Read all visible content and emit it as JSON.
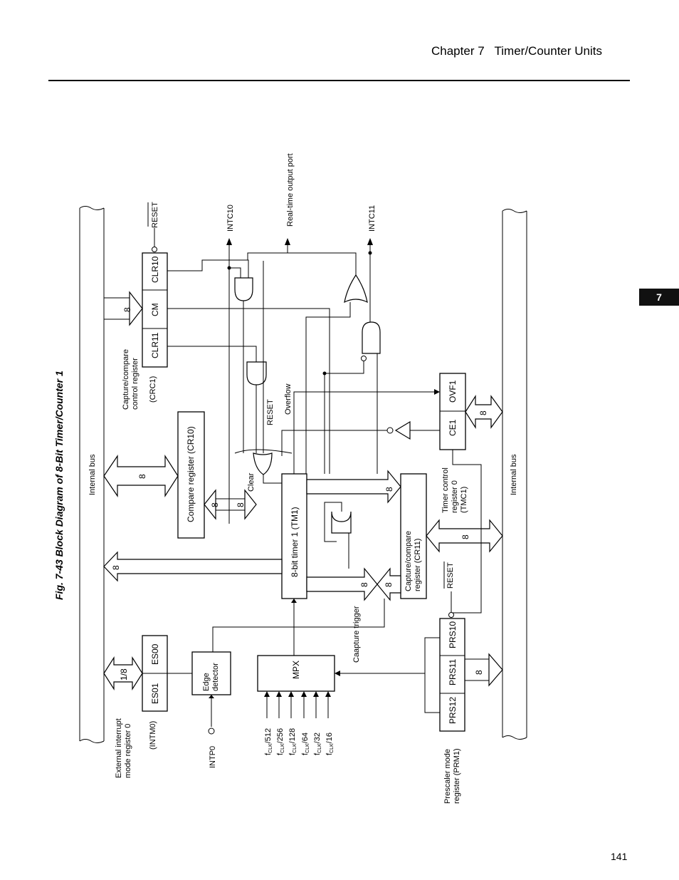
{
  "header": {
    "chapter_title": "Chapter 7   Timer/Counter Units"
  },
  "chapter_tab": "7",
  "figure": {
    "title": "Fig. 7-43  Block Diagram of 8-Bit Timer/Counter 1"
  },
  "labels": {
    "internal_bus_left": "Internal bus",
    "internal_bus_right": "Internal bus",
    "crc1_desc": "Capture/compare\ncontrol register",
    "crc1_name": "(CRC1)",
    "clr10": "CLR10",
    "cm": "CM",
    "clr11": "CLR11",
    "reset_crc": "RESET",
    "intc10": "INTC10",
    "intc11": "INTC11",
    "rto_port": "Real-time output port",
    "cr10": "Compare register (CR10)",
    "tm1": "8-bit timer 1 (TM1)",
    "cr11": "Capture/compare\nregister (CR11)",
    "tmc1_desc": "Timer control\nregister 0\n(TMC1)",
    "ce1": "CE1",
    "ovf1": "OVF1",
    "reset_mid": "RESET",
    "overflow": "Overflow",
    "clear": "Clear",
    "intm0_desc": "External interrupt\nmode register 0",
    "intm0_name": "(INTM0)",
    "es01": "ES01",
    "es00": "ES00",
    "ratio": "1/8",
    "edge_detector": "Edge\ndetector",
    "intp0": "INTP0",
    "mpx": "MPX",
    "capture_trigger": "Caapture trigger",
    "prs12": "PRS12",
    "prs11": "PRS11",
    "prs10": "PRS10",
    "reset_prm": "RESET",
    "prm1_desc": "Prescaler mode\nregister (PRM1)",
    "bus_width": "8",
    "clock_inputs": [
      "/512",
      "/256",
      "/128",
      "/64",
      "/32",
      "/16"
    ],
    "fclk_f": "f",
    "fclk_sub": "CLK"
  },
  "footer": {
    "page_number": "141"
  }
}
